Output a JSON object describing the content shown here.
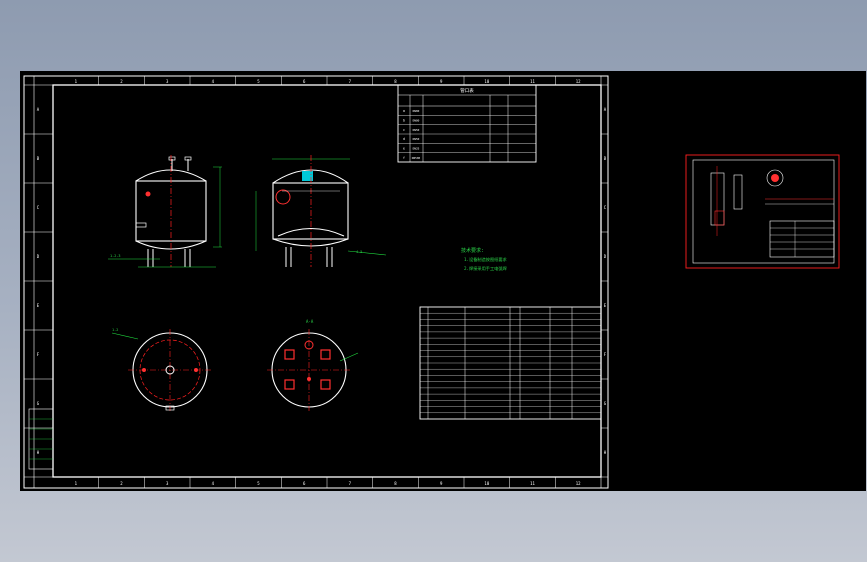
{
  "drawing": {
    "column_numbers": [
      "1",
      "2",
      "3",
      "4",
      "5",
      "6",
      "7",
      "8",
      "9",
      "10",
      "11",
      "12"
    ],
    "row_letters": [
      "A",
      "B",
      "C",
      "D",
      "E",
      "F",
      "G",
      "H"
    ],
    "nozzle_table": {
      "title": "管口表",
      "rows": [
        [
          "a",
          "DN80",
          "",
          "",
          "",
          ""
        ],
        [
          "b",
          "DN80",
          "",
          "",
          "",
          ""
        ],
        [
          "c",
          "DN50",
          "",
          "",
          "",
          ""
        ],
        [
          "d",
          "DN50",
          "",
          "",
          "",
          ""
        ],
        [
          "e",
          "DN25",
          "",
          "",
          "",
          ""
        ],
        [
          "f",
          "DN500",
          "",
          "",
          "",
          ""
        ]
      ]
    },
    "notes": {
      "title": "技术要求:",
      "lines": [
        "1.设备制造按图纸要求",
        "2.焊接采用手工电弧焊"
      ]
    },
    "views": {
      "section_label": "A-A"
    },
    "bom_rows": 18,
    "legend_rows": 6
  },
  "colors": {
    "background": "#000000",
    "border": "#ffffff",
    "vessel": "#ffffff",
    "centerline": "#ff2020",
    "dimension": "#20e040",
    "accent": "#ff3030",
    "nozzle_fill": "#00c8d8"
  }
}
